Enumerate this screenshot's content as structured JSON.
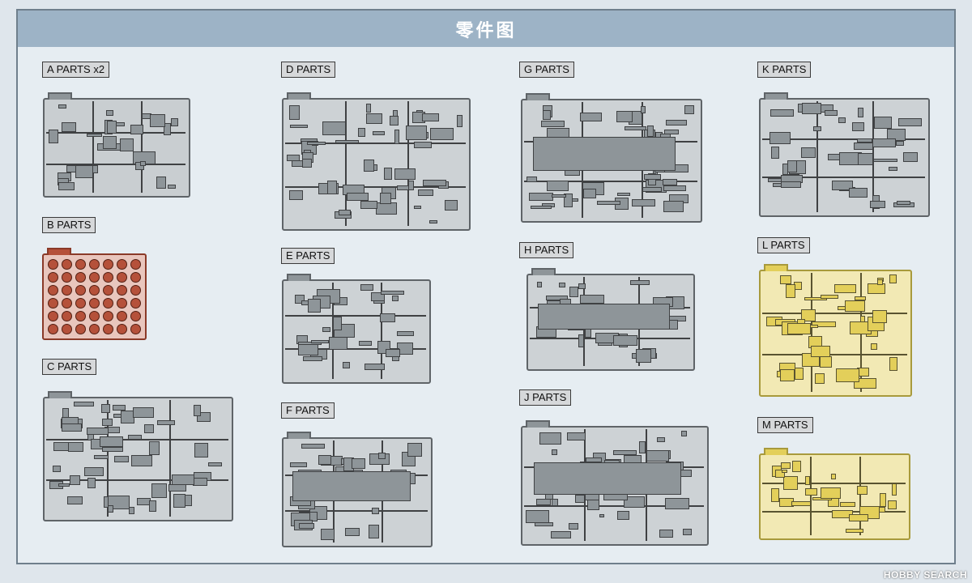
{
  "header": {
    "title": "零件图"
  },
  "colors": {
    "header_bg": "#9db3c6",
    "gray_plastic": "#8e9599",
    "red_plastic": "#b5513a",
    "yellow_plastic": "#e3cf5a"
  },
  "sprues": [
    {
      "id": "A",
      "label": "A PARTS x2",
      "color": "gray"
    },
    {
      "id": "B",
      "label": "B PARTS",
      "color": "red"
    },
    {
      "id": "C",
      "label": "C PARTS",
      "color": "gray"
    },
    {
      "id": "D",
      "label": "D PARTS",
      "color": "gray"
    },
    {
      "id": "E",
      "label": "E PARTS",
      "color": "gray"
    },
    {
      "id": "F",
      "label": "F PARTS",
      "color": "gray"
    },
    {
      "id": "G",
      "label": "G PARTS",
      "color": "gray"
    },
    {
      "id": "H",
      "label": "H PARTS",
      "color": "gray"
    },
    {
      "id": "J",
      "label": "J PARTS",
      "color": "gray"
    },
    {
      "id": "K",
      "label": "K PARTS",
      "color": "gray"
    },
    {
      "id": "L",
      "label": "L PARTS",
      "color": "yellow"
    },
    {
      "id": "M",
      "label": "M PARTS",
      "color": "yellow"
    }
  ],
  "watermark": "HOBBY SEARCH"
}
